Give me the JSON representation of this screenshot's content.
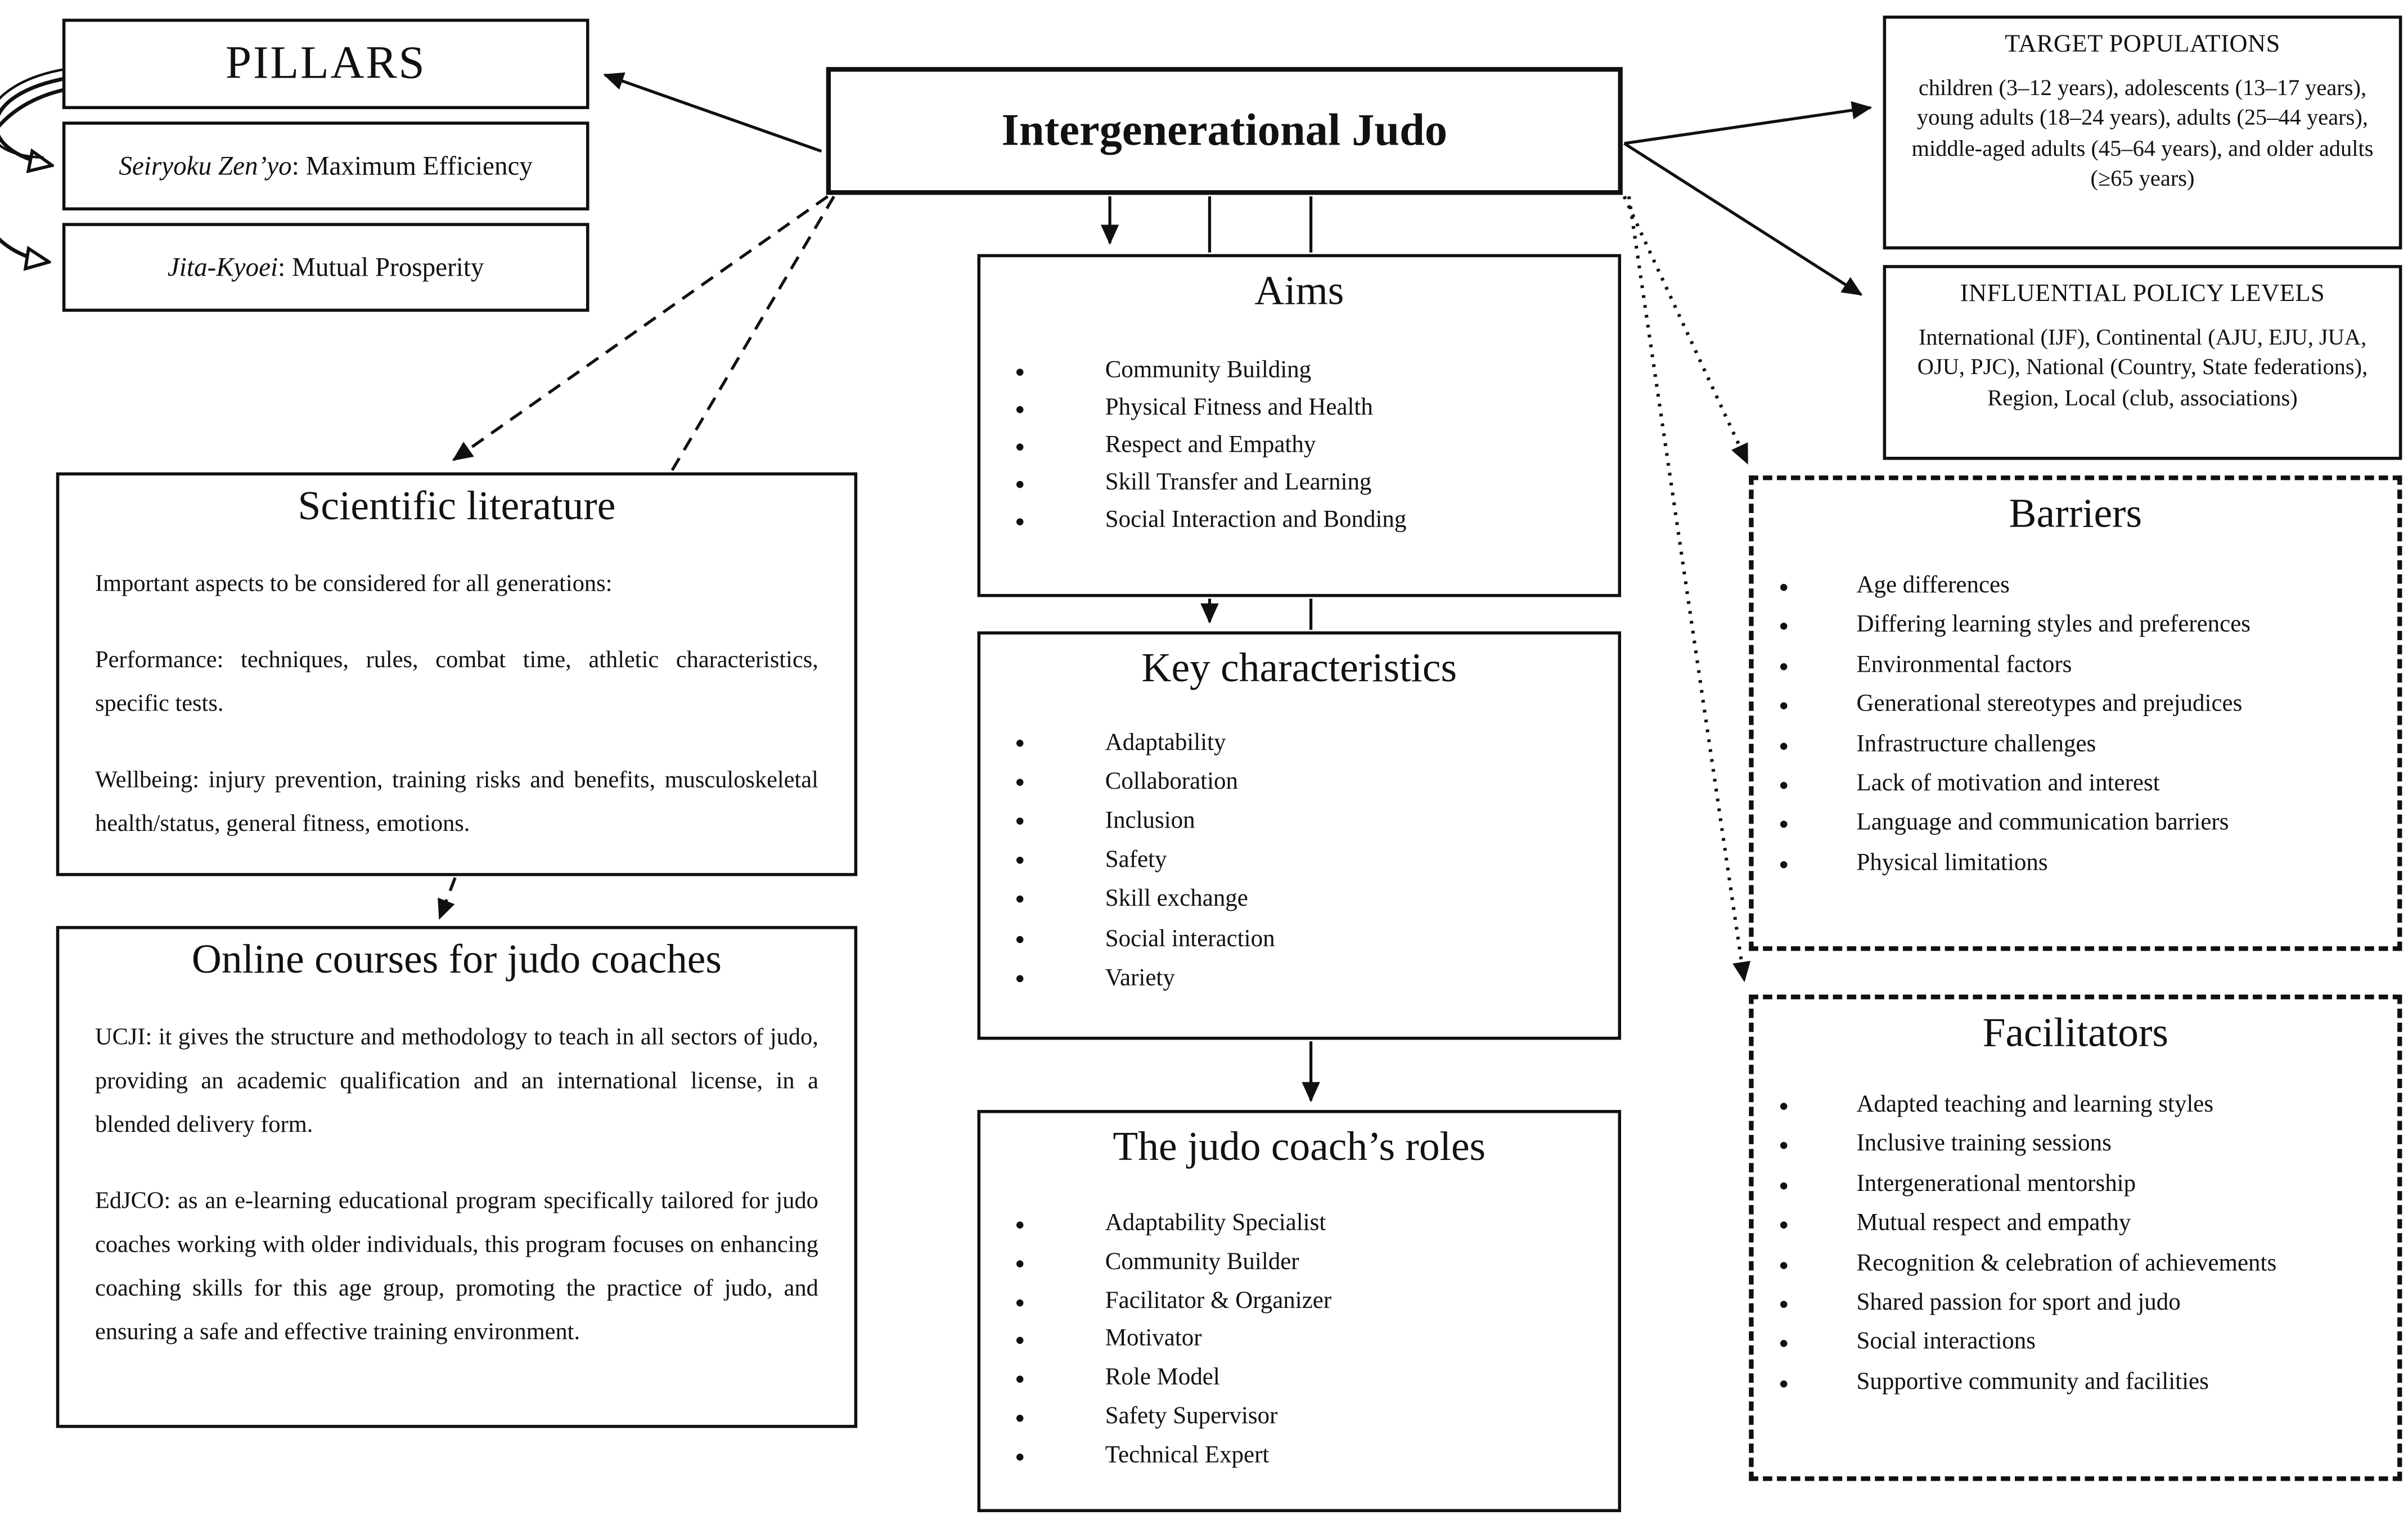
{
  "colors": {
    "ink": "#111111",
    "paper": "#ffffff"
  },
  "main_title": {
    "label": "Intergenerational Judo"
  },
  "pillars": {
    "title": "PILLARS",
    "items": [
      {
        "italic": "Seiryoku Zen’yo",
        "rest": ": Maximum Efficiency"
      },
      {
        "italic": "Jita-Kyoei",
        "rest": ": Mutual Prosperity"
      }
    ]
  },
  "target_populations": {
    "title": "TARGET POPULATIONS",
    "body": "children (3–12 years), adolescents (13–17 years), young adults (18–24 years), adults (25–44 years), middle-aged adults (45–64 years), and older adults (≥65 years)"
  },
  "policy_levels": {
    "title": "INFLUENTIAL POLICY LEVELS",
    "body": "International (IJF), Continental (AJU, EJU, JUA, OJU, PJC), National (Country, State federations), Region, Local (club, associations)"
  },
  "aims": {
    "title": "Aims",
    "items": [
      "Community Building",
      "Physical Fitness and Health",
      "Respect and Empathy",
      "Skill Transfer and Learning",
      "Social Interaction and Bonding"
    ]
  },
  "key_characteristics": {
    "title": "Key characteristics",
    "items": [
      "Adaptability",
      "Collaboration",
      "Inclusion",
      "Safety",
      "Skill exchange",
      "Social interaction",
      "Variety"
    ]
  },
  "coach_roles": {
    "title": "The judo coach’s roles",
    "items": [
      "Adaptability Specialist",
      "Community Builder",
      "Facilitator & Organizer",
      "Motivator",
      "Role Model",
      "Safety Supervisor",
      "Technical Expert"
    ]
  },
  "scientific_literature": {
    "title": "Scientific literature",
    "paragraphs": [
      "Important aspects to be considered for all generations:",
      "Performance: techniques, rules, combat time, athletic characteristics, specific tests.",
      "Wellbeing: injury prevention, training risks and benefits, musculoskeletal health/status, general fitness, emotions."
    ]
  },
  "online_courses": {
    "title": "Online courses for judo coaches",
    "paragraphs": [
      "UCJI: it gives the structure and methodology to teach in all sectors of judo, providing an academic qualification and an international license, in a blended delivery form.",
      "EdJCO: as an e-learning educational program specifically tailored for judo coaches working with older individuals, this program focuses on enhancing coaching skills for this age group, promoting the practice of judo, and ensuring a safe and effective training environment."
    ]
  },
  "barriers": {
    "title": "Barriers",
    "items": [
      "Age differences",
      "Differing learning styles and preferences",
      "Environmental factors",
      "Generational stereotypes and prejudices",
      "Infrastructure challenges",
      "Lack of motivation and interest",
      "Language and communication barriers",
      "Physical limitations"
    ]
  },
  "facilitators": {
    "title": "Facilitators",
    "items": [
      "Adapted teaching and learning styles",
      "Inclusive training sessions",
      "Intergenerational mentorship",
      "Mutual respect and empathy",
      "Recognition & celebration of achievements",
      "Shared passion for sport and judo",
      "Social interactions",
      "Supportive community and facilities"
    ]
  }
}
